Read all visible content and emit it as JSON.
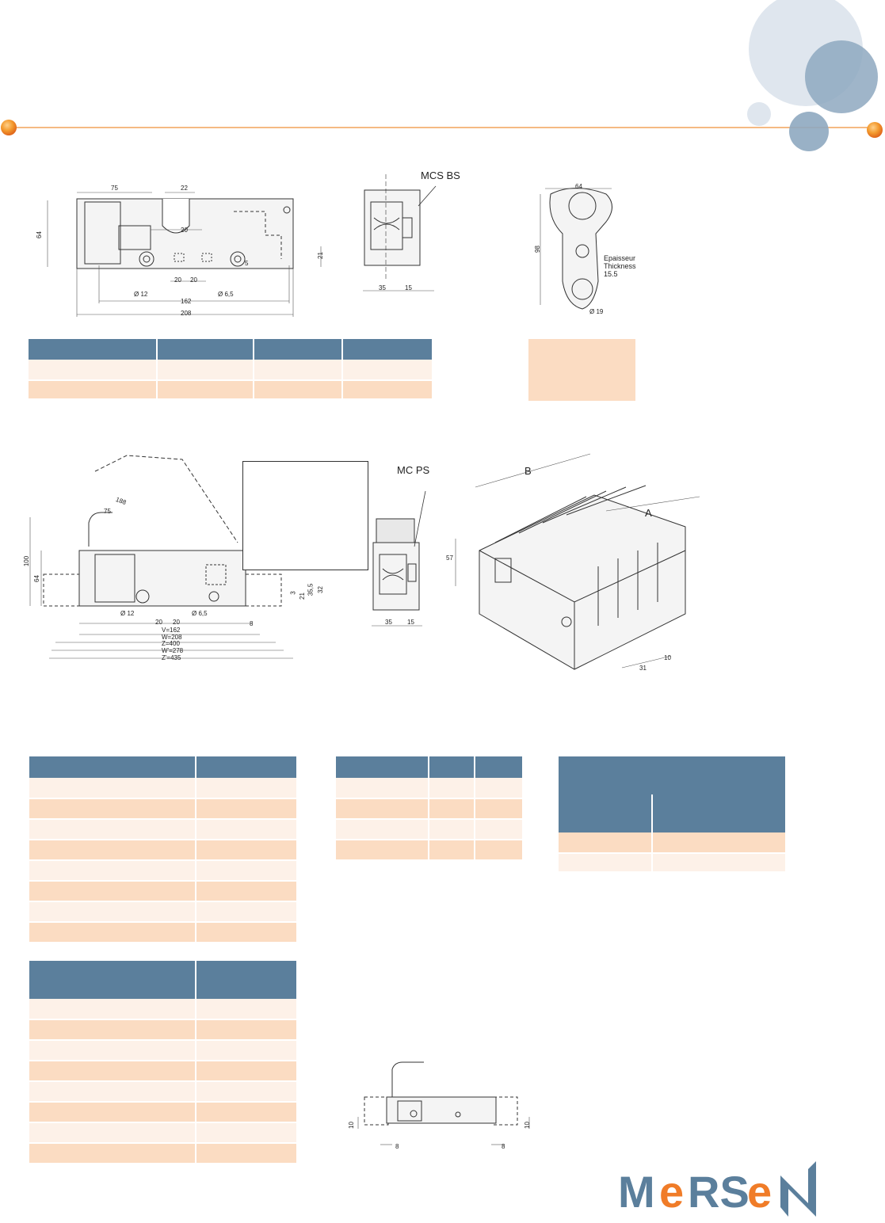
{
  "brand": {
    "logo_text": "MERSEN",
    "colors": {
      "steel_blue": "#5b7f9c",
      "orange": "#f07c28",
      "light_peach": "#fdf1e8",
      "peach": "#fbdcc2"
    }
  },
  "figure_bs": {
    "dims": {
      "d75": "75",
      "d22": "22",
      "d20": "20",
      "d64": "64",
      "d21": "21",
      "d5": "5",
      "d20a": "20",
      "d20b": "20",
      "d12": "Ø 12",
      "d65": "Ø 6,5",
      "d162": "162",
      "d208": "208"
    }
  },
  "figure_mcsbs": {
    "label": "MCS BS",
    "dims": {
      "d35": "35",
      "d15": "15"
    }
  },
  "figure_handle": {
    "dims": {
      "d64": "64",
      "d98": "98",
      "d19": "Ø 19"
    },
    "note": [
      "Epaisseur",
      "Thickness",
      "15.5"
    ]
  },
  "figure_ps": {
    "dims": {
      "d188": "188",
      "d75": "75",
      "d100": "100",
      "d64": "64",
      "d12": "Ø 12",
      "d20a": "20",
      "d20b": "20",
      "d65": "Ø 6,5",
      "d8": "8",
      "d3": "3",
      "d21": "21",
      "d355": "35,5",
      "d32": "32",
      "v": "V=162",
      "w": "W=208",
      "z": "Z=400",
      "w2": "W'=278",
      "z2": "Z'=435"
    }
  },
  "figure_mcps": {
    "label": "MC PS",
    "dims": {
      "d35": "35",
      "d15": "15"
    }
  },
  "figure_iso": {
    "dims": {
      "B": "B",
      "A": "A",
      "d57": "57",
      "d31": "31",
      "d10": "10"
    }
  },
  "figure_small": {
    "dims": {
      "d10a": "10",
      "d8a": "8",
      "d8b": "8",
      "d10b": "10"
    }
  }
}
